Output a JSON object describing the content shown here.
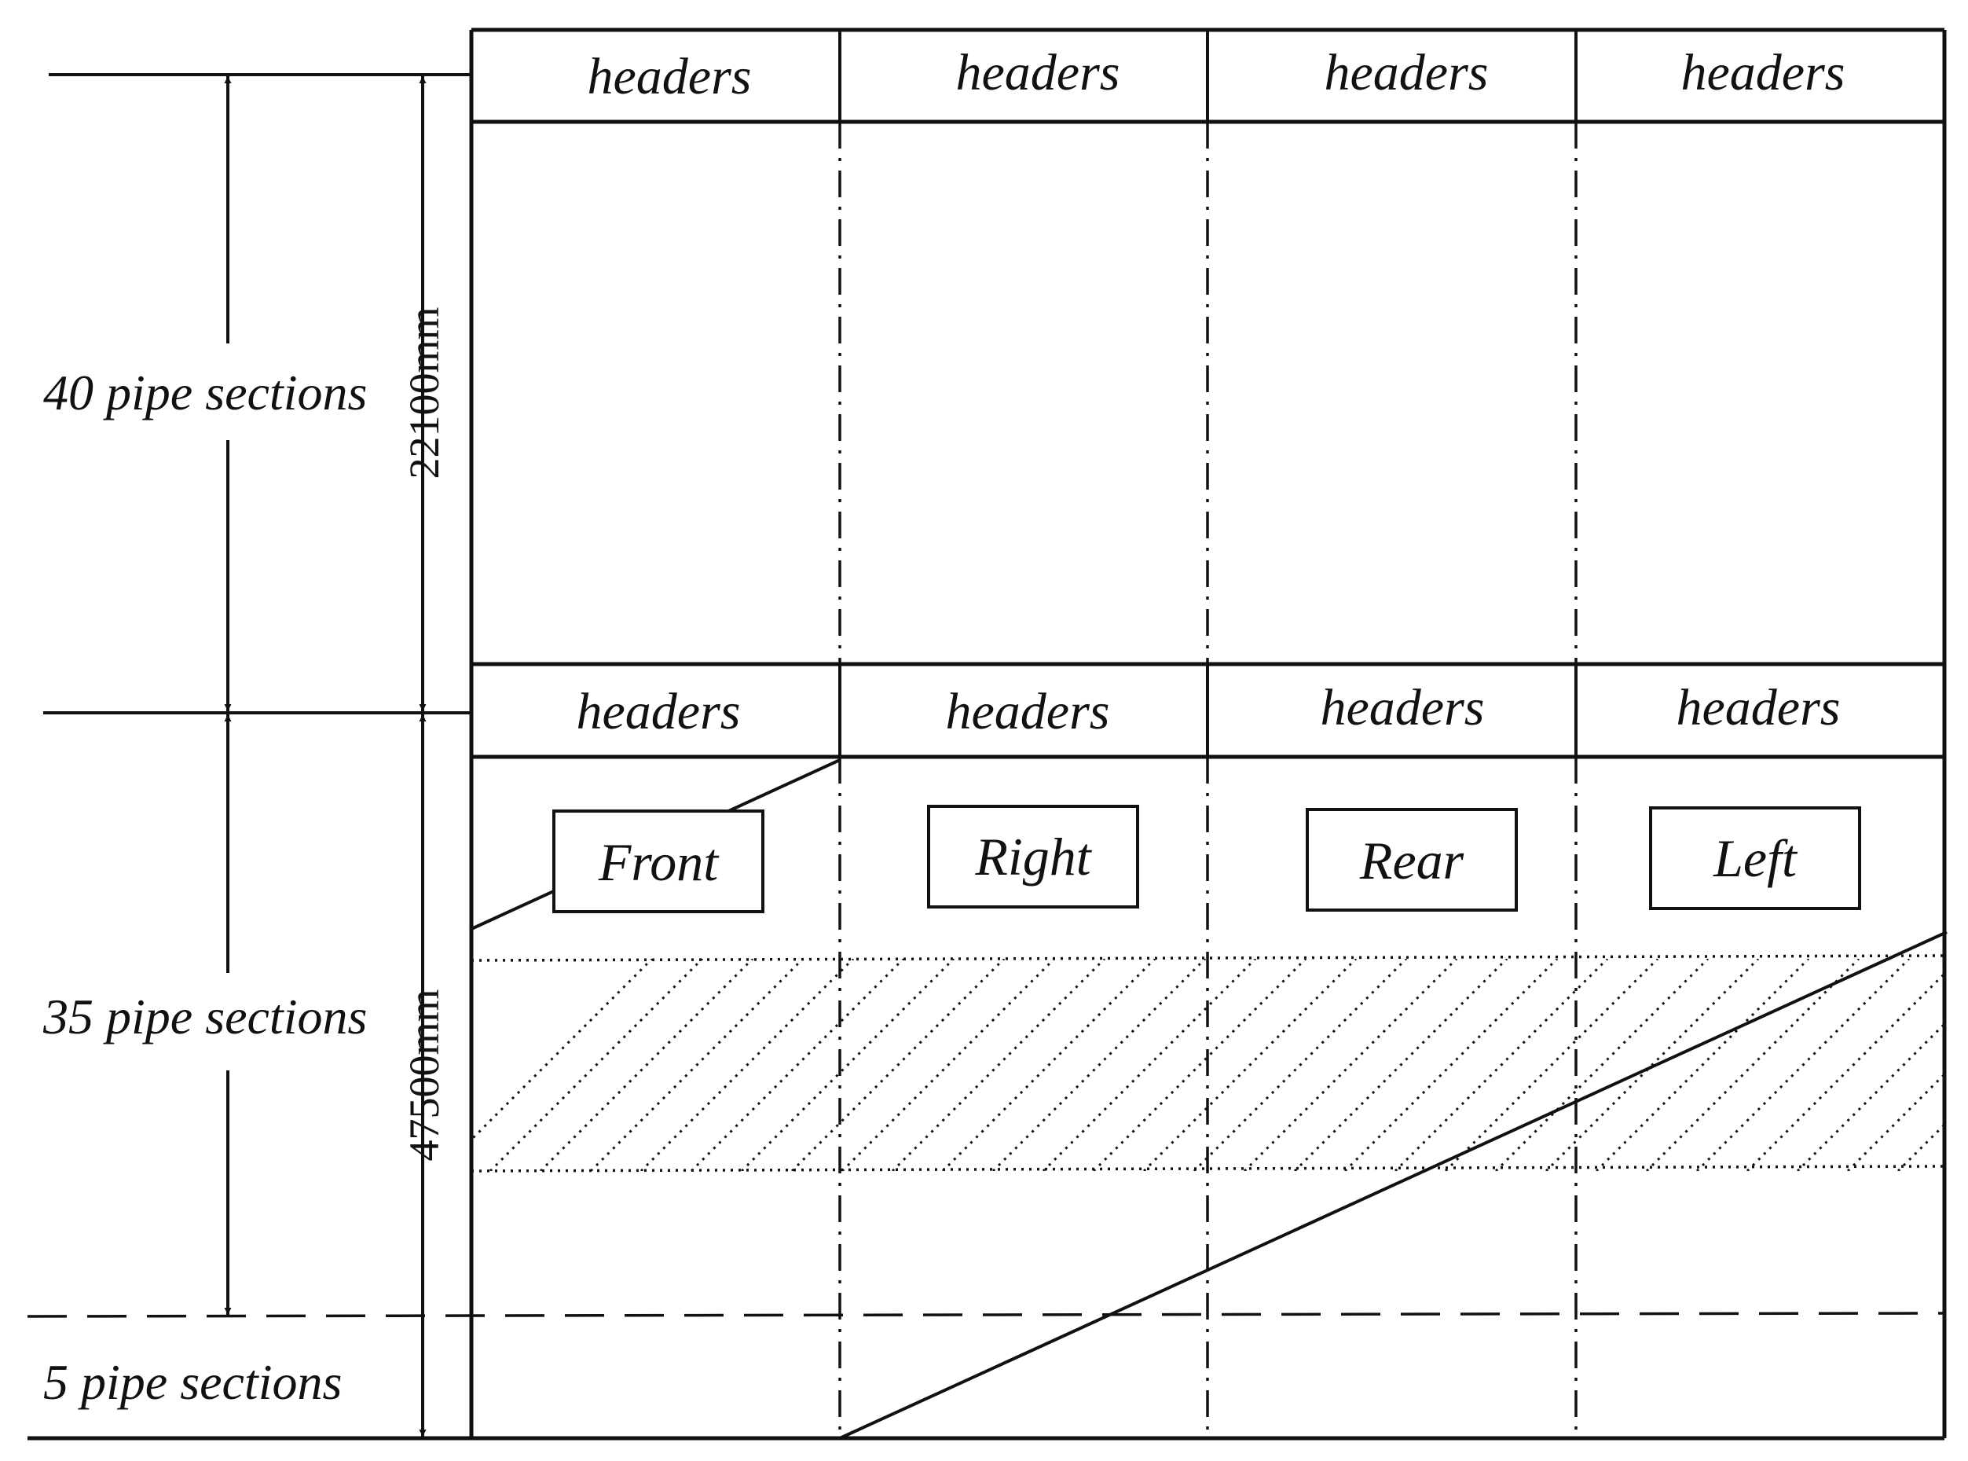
{
  "columns": [
    {
      "top_header": "headers",
      "bottom_header": "headers",
      "face": "Front"
    },
    {
      "top_header": "headers",
      "bottom_header": "headers",
      "face": "Right"
    },
    {
      "top_header": "headers",
      "bottom_header": "headers",
      "face": "Rear"
    },
    {
      "top_header": "headers",
      "bottom_header": "headers",
      "face": "Left"
    }
  ],
  "sections": {
    "upper": "40 pipe sections",
    "middle": "35 pipe sections",
    "lower": "5 pipe sections"
  },
  "dimensions": {
    "upper": "22100mm",
    "lower": "47500mm"
  }
}
